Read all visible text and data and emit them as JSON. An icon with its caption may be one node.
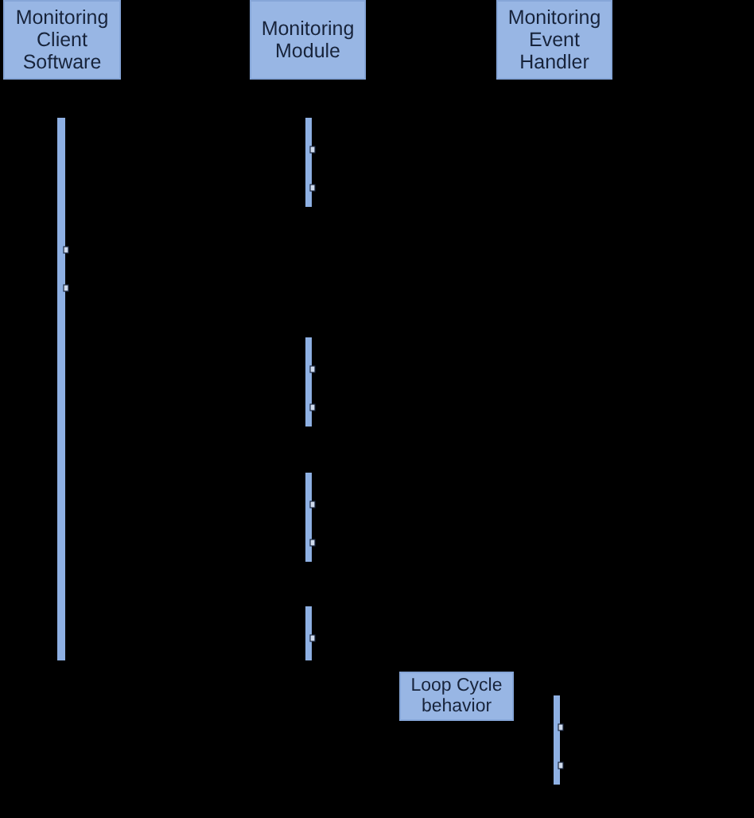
{
  "diagram": {
    "nodes": [
      {
        "text": [
          "Monitoring Client Software"
        ]
      },
      {
        "text": [
          "Monitoring Module"
        ]
      },
      {
        "text": [
          "Monitoring Event Handler"
        ]
      },
      {
        "text": [
          "Loop Cycle behavior"
        ]
      }
    ]
  }
}
